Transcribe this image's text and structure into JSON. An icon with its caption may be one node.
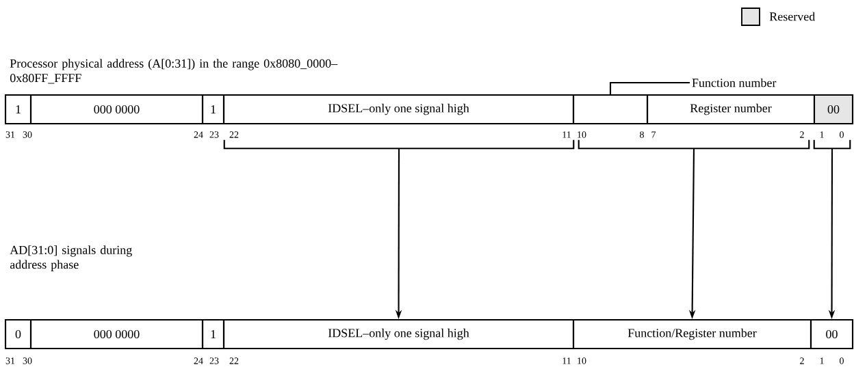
{
  "diagram": {
    "nodes": [
      {
        "text": [
          "1"
        ]
      },
      {
        "text": [
          "000 0000"
        ]
      },
      {
        "text": [
          "1"
        ]
      },
      {
        "text": [
          "IDSEL–only one signal high"
        ]
      },
      {
        "text": [],
        "shape": "box"
      },
      {
        "text": [
          "Register number"
        ]
      },
      {
        "text": [
          "00"
        ]
      },
      {
        "text": [
          "Function number"
        ]
      },
      {
        "text": [],
        "shape": "bracket"
      },
      {
        "text": [],
        "shape": "bracket"
      },
      {
        "text": [],
        "shape": "bracket"
      },
      {
        "text": [
          "0"
        ]
      },
      {
        "text": [
          "000 0000"
        ]
      },
      {
        "text": [
          "1"
        ]
      },
      {
        "text": [
          "IDSEL–only one signal high"
        ]
      },
      {
        "text": [
          "Function/Register number"
        ]
      },
      {
        "text": [
          "00"
        ]
      }
    ],
    "edges": [
      {
        "from": 7,
        "to": 4,
        "arrow": "none"
      },
      {
        "from": 8,
        "to": 14,
        "arrow": "to"
      },
      {
        "from": 9,
        "to": 15,
        "arrow": "to"
      },
      {
        "from": 10,
        "to": 16,
        "arrow": "to"
      }
    ],
    "labels": [
      "Processor physical address (A[0:31]) in the range 0x8080_0000–0x80FF_FFFF",
      "31",
      "30",
      "24",
      "23",
      "22",
      "11",
      "10",
      "8",
      "7",
      "2",
      "1",
      "0",
      "AD[31:0] signals during address phase",
      "31",
      "30",
      "24",
      "23",
      "22",
      "11",
      "10",
      "2",
      "1",
      "0"
    ],
    "legend": [
      {
        "text": "Reserved",
        "color": "#e6e6e6"
      }
    ]
  }
}
